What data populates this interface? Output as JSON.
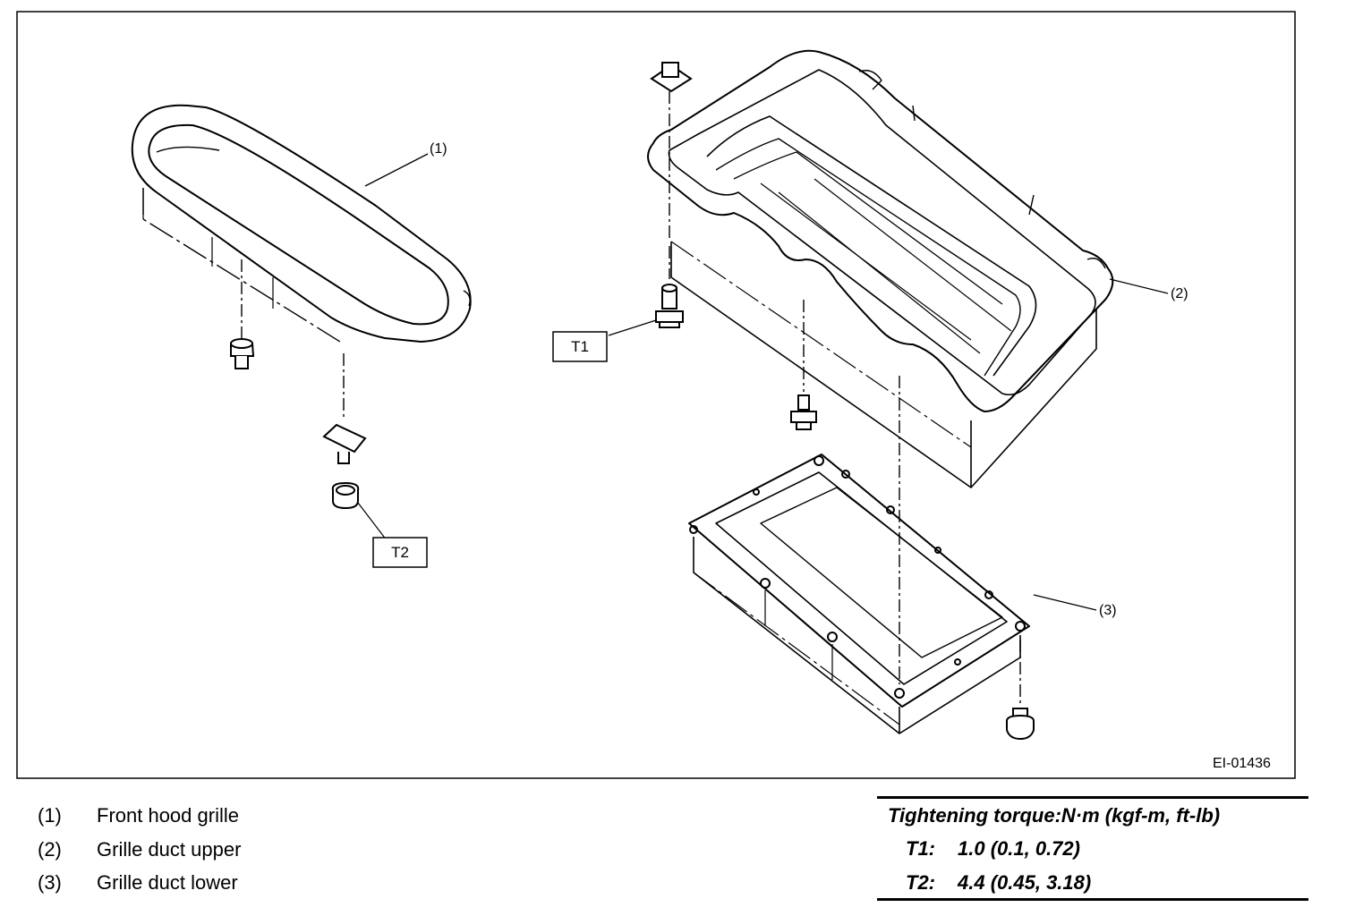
{
  "diagram": {
    "figure_code": "EI-01436",
    "callouts": [
      "(1)",
      "(2)",
      "(3)"
    ],
    "torque_boxes": [
      "T1",
      "T2"
    ]
  },
  "legend": [
    {
      "num": "(1)",
      "label": "Front hood grille"
    },
    {
      "num": "(2)",
      "label": "Grille duct upper"
    },
    {
      "num": "(3)",
      "label": "Grille duct lower"
    }
  ],
  "torque": {
    "title": "Tightening torque:N·m (kgf-m, ft-lb)",
    "rows": [
      {
        "code": "T1:",
        "value": "1.0 (0.1, 0.72)"
      },
      {
        "code": "T2:",
        "value": "4.4 (0.45, 3.18)"
      }
    ]
  }
}
